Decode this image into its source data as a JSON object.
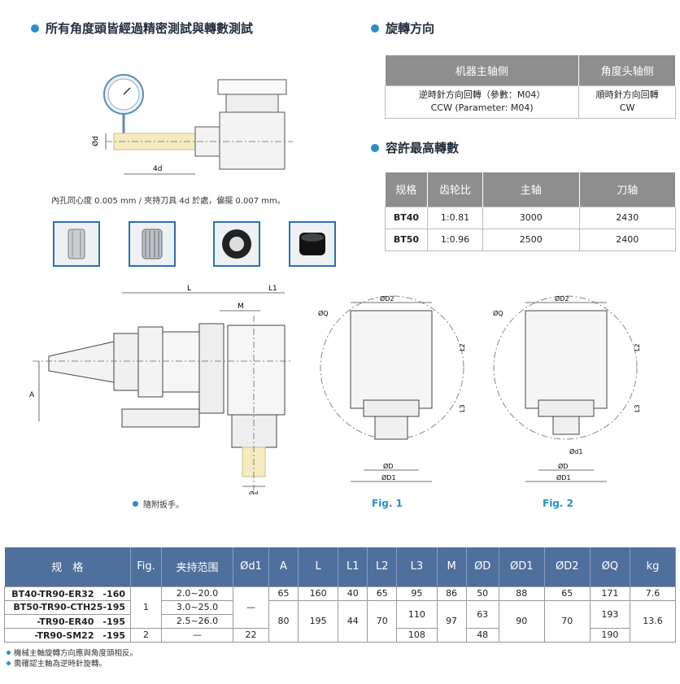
{
  "sections": {
    "precision_title": "所有角度頭皆經過精密測試與轉數測試",
    "rotation_title": "旋轉方向",
    "speed_title": "容許最高轉數"
  },
  "precision_note": "內孔同心度 0.005 mm / 夾持刀具 4d 於處，偏擺 0.007 mm。",
  "diagram_labels": {
    "phi_d": "Ød",
    "four_d": "4d",
    "L": "L",
    "L1": "L1",
    "M": "M",
    "A": "A",
    "phiQ": "ØQ",
    "phiD2": "ØD2",
    "L2": "L2",
    "L3": "L3",
    "phiD": "ØD",
    "phiD1": "ØD1",
    "phid1": "Ød1"
  },
  "wrench_note": "隨附扳手。",
  "fig1": "Fig. 1",
  "fig2": "Fig. 2",
  "rotation_table": {
    "headers": [
      "机器主轴侧",
      "角度头轴侧"
    ],
    "row": [
      "逆時針方向回轉（參數：M04）",
      "CCW (Parameter: M04)",
      "順時針方向回轉",
      "CW"
    ]
  },
  "speed_table": {
    "headers": [
      "规格",
      "齿轮比",
      "主轴",
      "刀轴"
    ],
    "rows": [
      [
        "BT40",
        "1:0.81",
        "3000",
        "2430"
      ],
      [
        "BT50",
        "1:0.96",
        "2500",
        "2400"
      ]
    ]
  },
  "spec_table": {
    "headers": [
      "规　格",
      "Fig.",
      "夹持范围",
      "Ød1",
      "A",
      "L",
      "L1",
      "L2",
      "L3",
      "M",
      "ØD",
      "ØD1",
      "ØD2",
      "ØQ",
      "kg"
    ],
    "models": [
      "BT40-TR90-ER32　-160",
      "BT50-TR90-CTH25-195",
      "-TR90-ER40　-195",
      "-TR90-SM22　-195"
    ],
    "range": [
      "2.0~20.0",
      "3.0~25.0",
      "2.5~26.0",
      "—"
    ],
    "fig": [
      "1",
      "2"
    ],
    "d1": [
      "—",
      "22"
    ],
    "row1": [
      "65",
      "160",
      "40",
      "65",
      "95",
      "86",
      "50",
      "88",
      "65",
      "171",
      "7.6"
    ],
    "A2": "80",
    "L2v": "195",
    "L1_2": "44",
    "L2_2": "70",
    "L3_2": "110",
    "L3_4": "108",
    "M2": "97",
    "D2": "63",
    "D4": "48",
    "D1_2": "90",
    "D2_2": "70",
    "Q2": "193",
    "Q4": "190",
    "kg2": "13.6"
  },
  "footnotes": [
    "機械主軸旋轉方向應與角度頭相反。",
    "需確認主軸為逆時針旋轉。"
  ],
  "colors": {
    "accent": "#2a8fc9",
    "table_header": "#4f6f9c",
    "table_header_grey": "#8e8e8e"
  }
}
